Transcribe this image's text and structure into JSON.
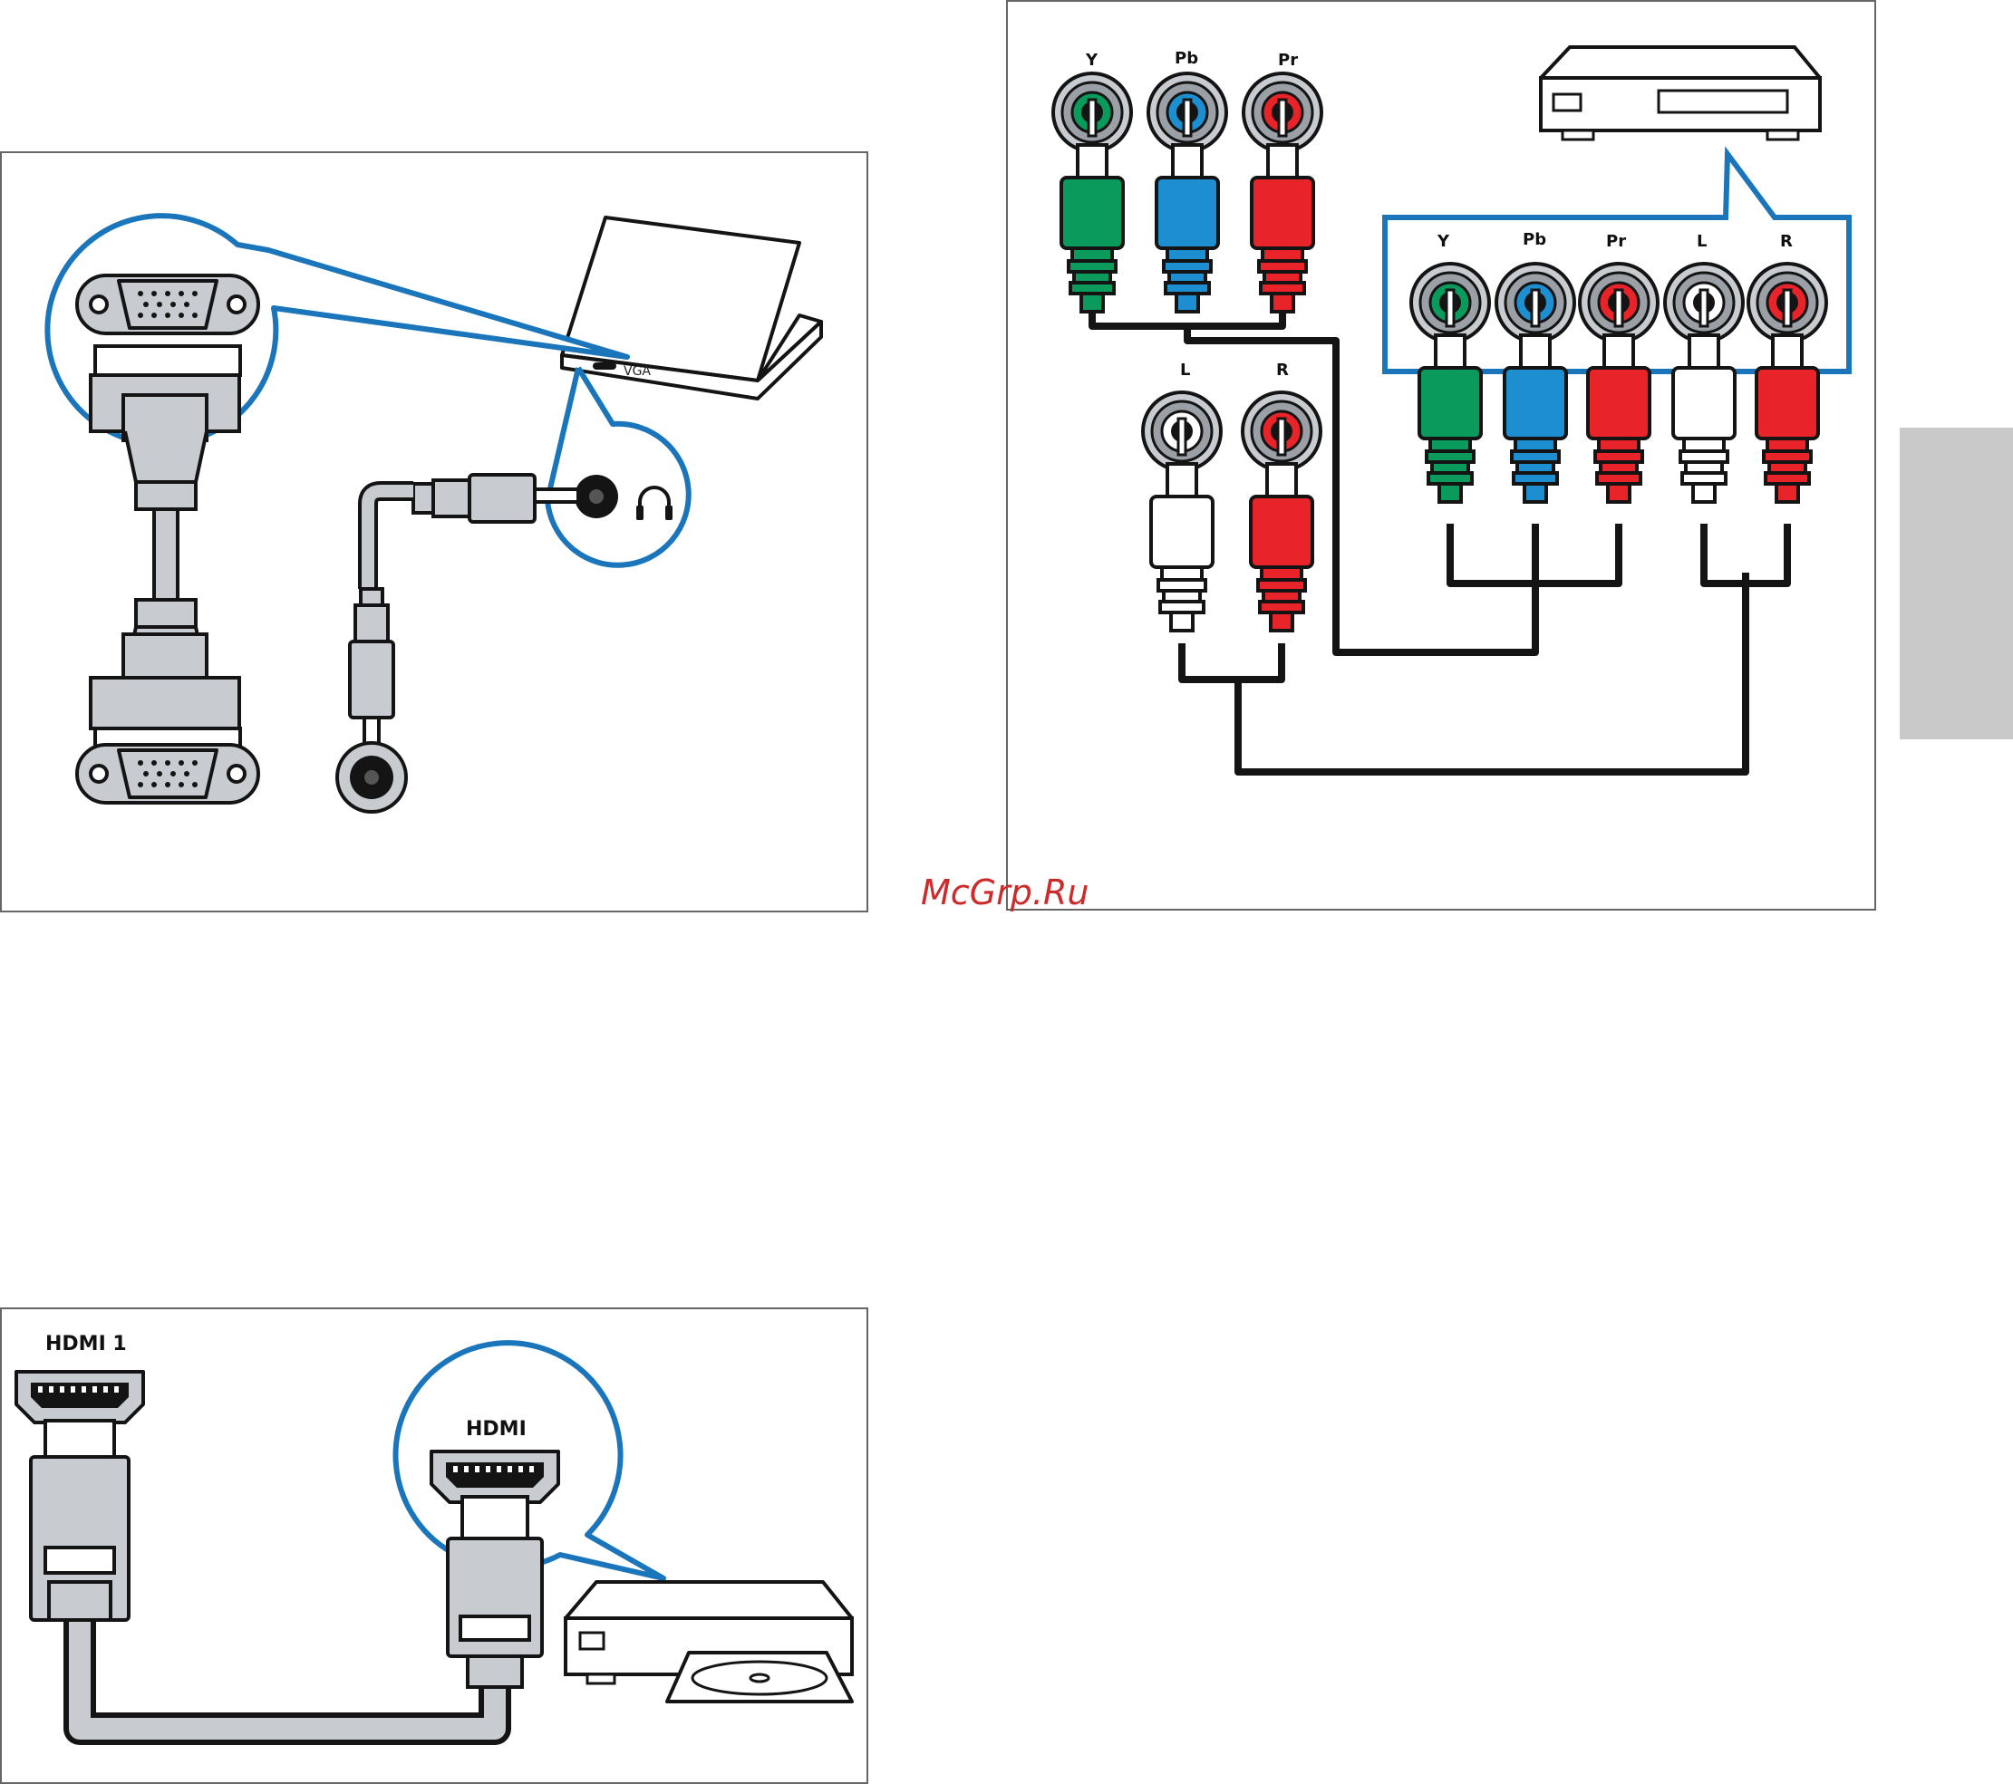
{
  "colors": {
    "accent": "#1a75bb",
    "green": "#0a9a5c",
    "blue": "#1d8fd1",
    "red": "#e8232a",
    "white": "#ffffff",
    "grey": "#c8ccd0",
    "dark": "#141414",
    "side_tab": "#c9c9c9",
    "watermark": "#cc2b2b"
  },
  "panel_vga": {
    "port_label": "VGA",
    "icons": [
      "vga-port-icon",
      "vga-plug-icon",
      "laptop-icon",
      "audio-jack-icon",
      "headphones-icon"
    ]
  },
  "panel_component": {
    "top_labels": [
      "Y",
      "Pb",
      "Pr"
    ],
    "lower_labels": [
      "L",
      "R"
    ],
    "device_labels": [
      "Y",
      "Pb",
      "Pr",
      "L",
      "R"
    ],
    "icons": [
      "set-top-box-icon",
      "rca-plug-icon",
      "rca-jack-icon"
    ]
  },
  "panel_hdmi": {
    "tv_port_label": "HDMI 1",
    "device_port_label": "HDMI",
    "icons": [
      "hdmi-port-icon",
      "hdmi-plug-icon",
      "disc-player-icon"
    ]
  },
  "watermark": "McGrp.Ru"
}
